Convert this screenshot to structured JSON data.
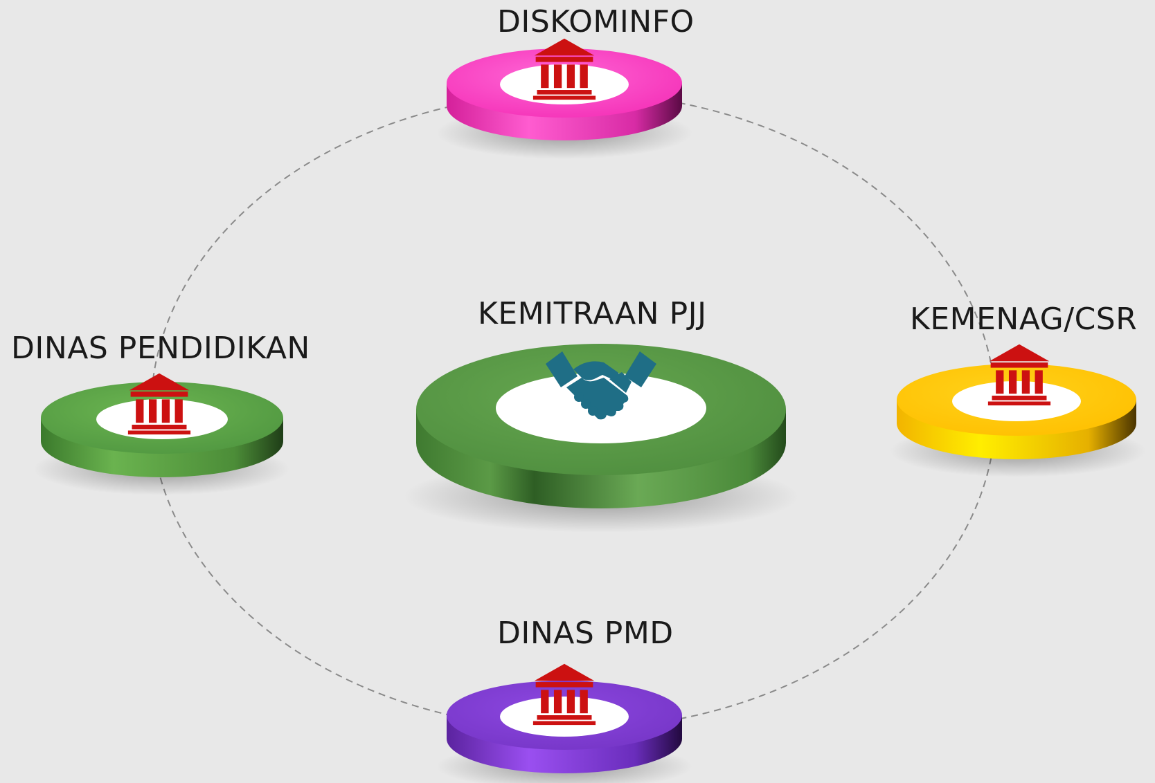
{
  "diagram": {
    "center": {
      "label": "KEMITRAAN PJJ",
      "icon": "handshake-icon",
      "color": "#5a9a46"
    },
    "partners": [
      {
        "label": "DISKOMINFO",
        "icon": "institution-icon",
        "color": "#ff3fbf"
      },
      {
        "label": "DINAS PENDIDIKAN",
        "icon": "institution-icon",
        "color": "#5fa246"
      },
      {
        "label": "KEMENAG/CSR",
        "icon": "institution-icon",
        "color": "#ffc400"
      },
      {
        "label": "DINAS PMD",
        "icon": "institution-icon",
        "color": "#7a35c8"
      }
    ],
    "icon_colors": {
      "institution": "#cc1111",
      "handshake": "#1f6e86"
    }
  }
}
